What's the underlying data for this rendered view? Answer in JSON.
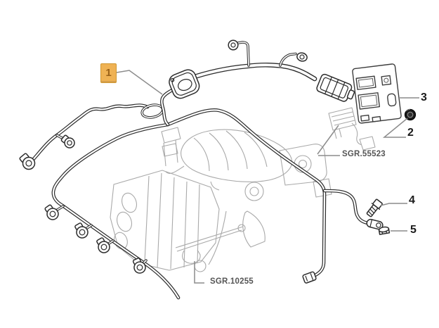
{
  "diagram": {
    "callouts": [
      {
        "num": "1",
        "highlighted": true
      },
      {
        "num": "2",
        "highlighted": false
      },
      {
        "num": "3",
        "highlighted": false
      },
      {
        "num": "4",
        "highlighted": false
      },
      {
        "num": "5",
        "highlighted": false
      }
    ],
    "part_codes": {
      "bracket": "SGR.55523",
      "engine_assembly": "SGR.10255"
    }
  },
  "colors": {
    "callout_bg": "#efb254",
    "callout_border": "#cf9730",
    "callout_text": "#9a6118",
    "line_dark": "#2b2b2b",
    "line_light": "#a9a9a9",
    "leader": "#8c8c8c",
    "label_text": "#1a1a1a",
    "ref_text": "#555555",
    "bg": "#ffffff"
  }
}
